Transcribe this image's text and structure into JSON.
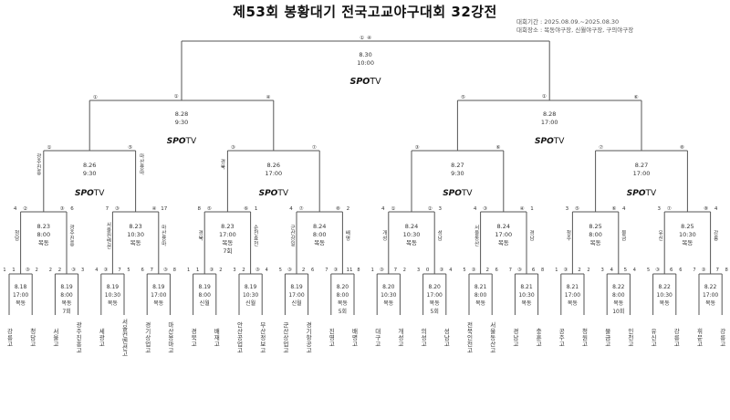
{
  "title": "제53회 봉황대기 전국고교야구대회 32강전",
  "info": {
    "period": "대회기간 : 2025.08.09.~2025.08.30",
    "venue": "대회장소 : 목동야구장, 신월야구장, 구의야구장"
  },
  "broadcaster": "SPOTV",
  "teams": [
    "강릉고",
    "청담고",
    "서울고",
    "광주진흥고",
    "세광고",
    "서울컨벤션고",
    "경기상업고",
    "마산용마고",
    "경북고",
    "배재고",
    "안산공업고",
    "부산정보고",
    "군산상업고",
    "경기항공고",
    "진영고",
    "배명고",
    "대구고",
    "개성고",
    "의성고",
    "성남고",
    "전북인천고",
    "서울동산고",
    "경남고",
    "충훈고",
    "공주고",
    "청원고",
    "물금고",
    "인천고",
    "유신고",
    "강릉고",
    "휘문고",
    "강릉고"
  ],
  "r32": [
    {
      "date": "8.18",
      "time": "17:00",
      "venue": "목동",
      "sl": "1",
      "sr": "③",
      "ll": "1",
      "lr": "2"
    },
    {
      "date": "8.19",
      "time": "8:00",
      "venue": "목동",
      "venue2": "7회",
      "sl": "2",
      "sr": "③",
      "ll": "2",
      "lr": "3"
    },
    {
      "date": "8.19",
      "time": "10:30",
      "venue": "목동",
      "sl": "③",
      "sr": "7",
      "ll": "4",
      "lr": "5"
    },
    {
      "date": "8.19",
      "time": "17:00",
      "venue": "목동",
      "sl": "7",
      "sr": "③",
      "ll": "6",
      "lr": "8"
    },
    {
      "date": "8.19",
      "time": "8:00",
      "venue": "신월",
      "sl": "1",
      "sr": "③",
      "ll": "1",
      "lr": "2"
    },
    {
      "date": "8.19",
      "time": "10:30",
      "venue": "신월",
      "sl": "2",
      "sr": "③",
      "ll": "3",
      "lr": "4"
    },
    {
      "date": "8.19",
      "time": "17:00",
      "venue": "신월",
      "sl": "③",
      "sr": "2",
      "ll": "5",
      "lr": "6"
    },
    {
      "date": "8.20",
      "time": "8:00",
      "venue": "목동",
      "venue2": "5회",
      "sl": "③",
      "sr": "11",
      "ll": "7",
      "lr": "8"
    },
    {
      "date": "8.20",
      "time": "10:30",
      "venue": "목동",
      "sl": "③",
      "sr": "7",
      "ll": "1",
      "lr": "2"
    },
    {
      "date": "8.20",
      "time": "17:00",
      "venue": "목동",
      "venue2": "5회",
      "sl": "0",
      "sr": "③",
      "ll": "3",
      "lr": "4"
    },
    {
      "date": "8.21",
      "time": "8:00",
      "venue": "목동",
      "sl": "③",
      "sr": "2",
      "ll": "5",
      "lr": "6"
    },
    {
      "date": "8.21",
      "time": "10:30",
      "venue": "목동",
      "sl": "③",
      "sr": "6",
      "ll": "7",
      "lr": "8"
    },
    {
      "date": "8.21",
      "time": "17:00",
      "venue": "목동",
      "sl": "③",
      "sr": "2",
      "ll": "1",
      "lr": "2"
    },
    {
      "date": "8.22",
      "time": "8:00",
      "venue": "목동",
      "venue2": "10회",
      "sl": "4",
      "sr": "5",
      "ll": "3",
      "lr": "4"
    },
    {
      "date": "8.22",
      "time": "10:30",
      "venue": "목동",
      "sl": "③",
      "sr": "6",
      "ll": "5",
      "lr": "6"
    },
    {
      "date": "8.22",
      "time": "17:00",
      "venue": "목동",
      "sl": "③",
      "sr": "7",
      "ll": "7",
      "lr": "8"
    }
  ],
  "r16": [
    {
      "date": "8.23",
      "time": "8:00",
      "venue": "목동",
      "sl": "4",
      "sr": "6",
      "ll": "②",
      "lr": "③",
      "wl": "청담",
      "wr": "광주진흥"
    },
    {
      "date": "8.23",
      "time": "10:30",
      "venue": "목동",
      "sl": "7",
      "sr": "17",
      "ll": "③",
      "lr": "④",
      "wl": "서울컨벤션",
      "wr": "마산용마"
    },
    {
      "date": "8.23",
      "time": "17:00",
      "venue": "목동",
      "venue2": "7회",
      "sl": "8",
      "sr": "1",
      "ll": "⑤",
      "lr": "⑥",
      "wl": "경북",
      "wr": "순천효천"
    },
    {
      "date": "8.24",
      "time": "8:00",
      "venue": "목동",
      "sl": "4",
      "sr": "2",
      "ll": "⑦",
      "lr": "⑧",
      "wl": "군산상일",
      "wr": "배명"
    },
    {
      "date": "8.24",
      "time": "10:30",
      "venue": "목동",
      "sl": "4",
      "sr": "3",
      "ll": "①",
      "lr": "②",
      "wl": "개성",
      "wr": "성남"
    },
    {
      "date": "8.24",
      "time": "17:00",
      "venue": "목동",
      "sl": "4",
      "sr": "1",
      "ll": "③",
      "lr": "④",
      "wl": "서울동산",
      "wr": "경남"
    },
    {
      "date": "8.25",
      "time": "8:00",
      "venue": "목동",
      "sl": "3",
      "sr": "4",
      "ll": "⑤",
      "lr": "⑥",
      "wl": "청주",
      "wr": "물금"
    },
    {
      "date": "8.25",
      "time": "10:30",
      "venue": "목동",
      "sl": "3",
      "sr": "4",
      "ll": "⑦",
      "lr": "⑧",
      "wl": "유신",
      "wr": "강릉"
    }
  ],
  "qf": [
    {
      "date": "8.26",
      "time": "9:30",
      "sl": "①",
      "sr": "⑤",
      "wl": "광주진흥",
      "wr": "마산용마"
    },
    {
      "date": "8.26",
      "time": "17:00",
      "sl": "③",
      "sr": "⑦",
      "wl": "경북",
      "wr": ""
    },
    {
      "date": "8.27",
      "time": "9:30",
      "sl": "③",
      "sr": "⑥",
      "wl": "",
      "wr": ""
    },
    {
      "date": "8.27",
      "time": "17:00",
      "sl": "⑦",
      "sr": "⑧",
      "wl": "",
      "wr": ""
    }
  ],
  "sf": [
    {
      "date": "8.28",
      "time": "9:30",
      "sl": "①",
      "sr": "④"
    },
    {
      "date": "8.28",
      "time": "17:00",
      "sl": "⑤",
      "sr": "⑥"
    }
  ],
  "final": {
    "date": "8.30",
    "time": "10:00",
    "sl": "①",
    "sr": "④"
  }
}
